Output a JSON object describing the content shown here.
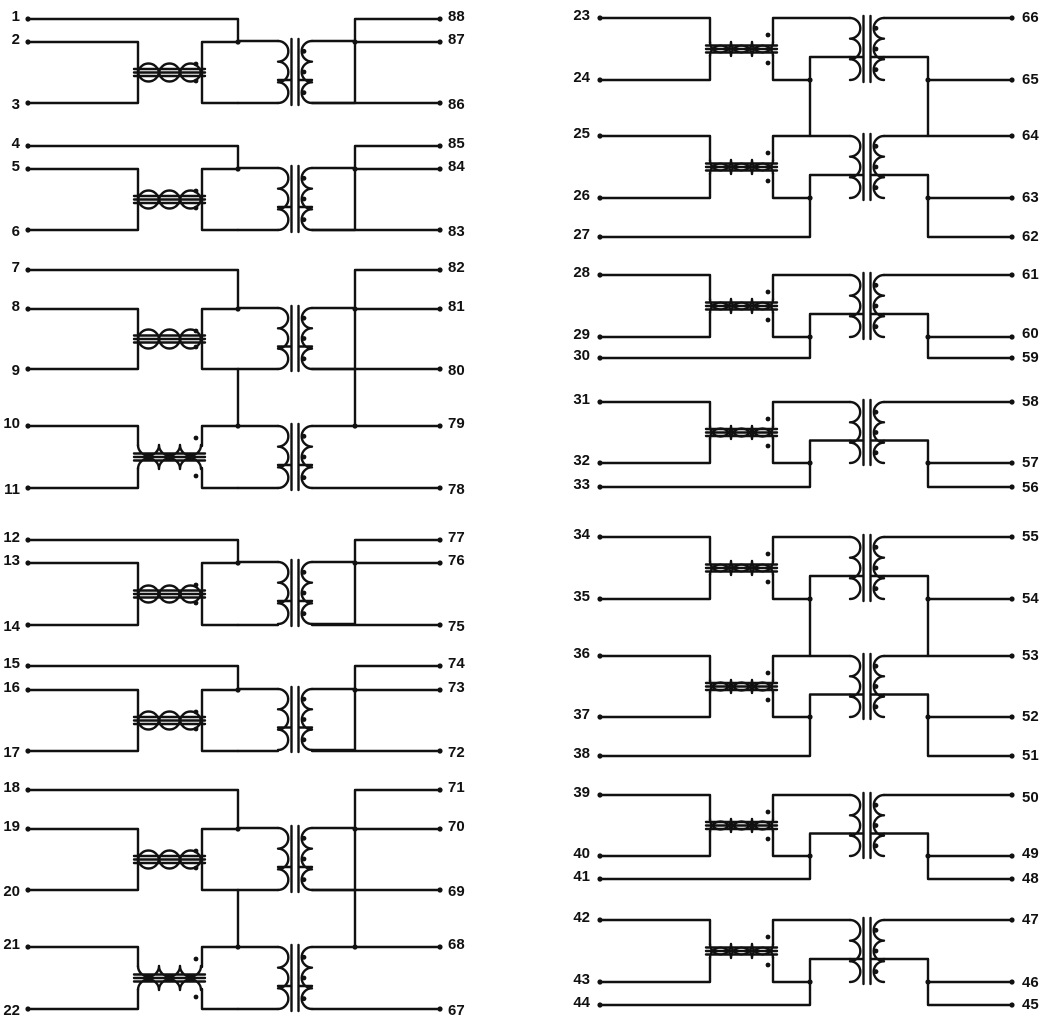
{
  "diagram": {
    "type": "transformer-pinout-schematic",
    "colors": {
      "stroke": "#111111",
      "background": "#ffffff"
    },
    "left_pins": [
      "1",
      "2",
      "3",
      "4",
      "5",
      "6",
      "7",
      "8",
      "9",
      "10",
      "11",
      "12",
      "13",
      "14",
      "15",
      "16",
      "17",
      "18",
      "19",
      "20",
      "21",
      "22"
    ],
    "right_pins_left_half": [
      "88",
      "87",
      "86",
      "85",
      "84",
      "83",
      "82",
      "81",
      "80",
      "79",
      "78",
      "77",
      "76",
      "75",
      "74",
      "73",
      "72",
      "71",
      "70",
      "69",
      "68",
      "67"
    ],
    "left_pins_right_half": [
      "23",
      "24",
      "25",
      "26",
      "27",
      "28",
      "29",
      "30",
      "31",
      "32",
      "33",
      "34",
      "35",
      "36",
      "37",
      "38",
      "39",
      "40",
      "41",
      "42",
      "43",
      "44"
    ],
    "right_pins": [
      "66",
      "65",
      "64",
      "63",
      "62",
      "61",
      "60",
      "59",
      "58",
      "57",
      "56",
      "55",
      "54",
      "53",
      "52",
      "51",
      "50",
      "49",
      "48",
      "47",
      "46",
      "45"
    ]
  }
}
